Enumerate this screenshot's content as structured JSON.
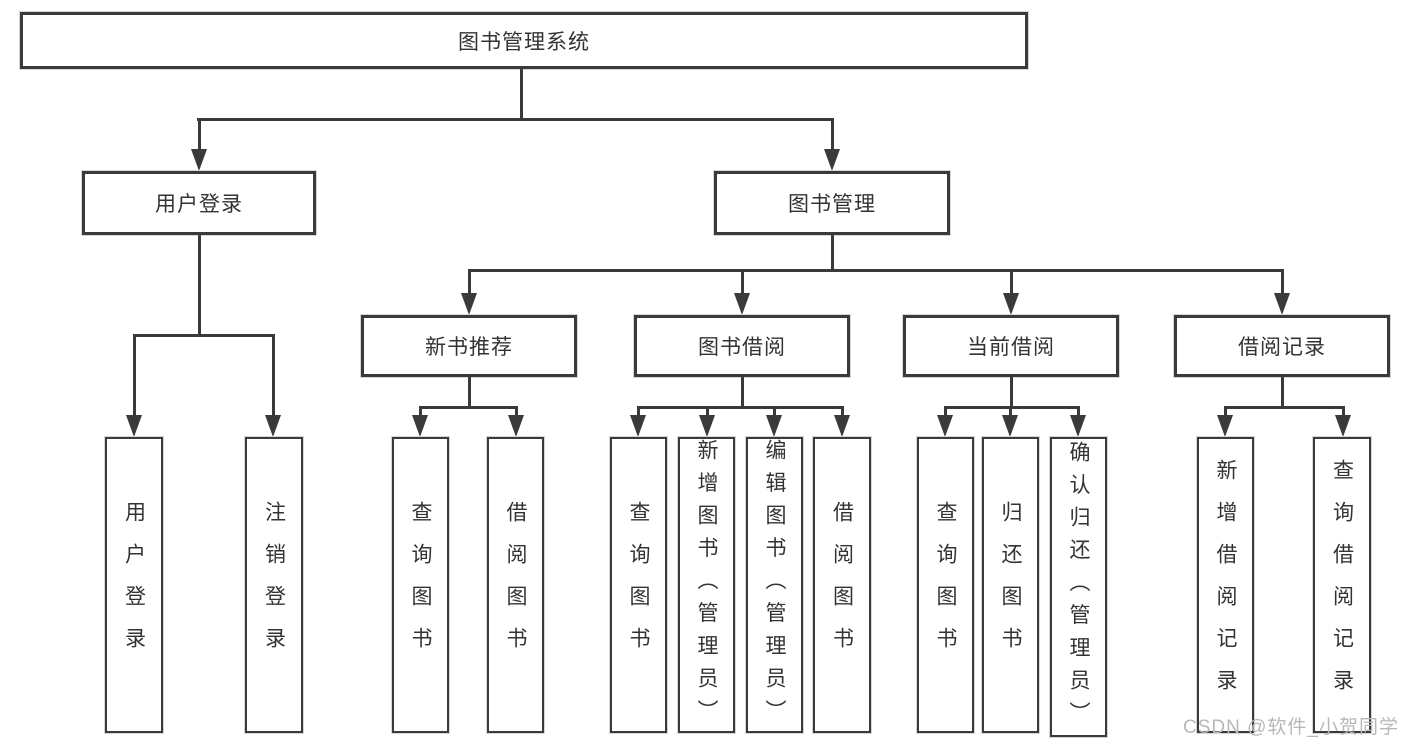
{
  "root": {
    "label": "图书管理系统"
  },
  "login": {
    "label": "用户登录",
    "children": [
      "用户登录",
      "注销登录"
    ]
  },
  "mgmt": {
    "label": "图书管理",
    "sections": [
      {
        "label": "新书推荐",
        "leaves": [
          "查询图书",
          "借阅图书"
        ]
      },
      {
        "label": "图书借阅",
        "leaves": [
          "查询图书",
          "新增图书（管理员）",
          "编辑图书（管理员）",
          "借阅图书"
        ]
      },
      {
        "label": "当前借阅",
        "leaves": [
          "查询图书",
          "归还图书",
          "确认归还（管理员）"
        ]
      },
      {
        "label": "借阅记录",
        "leaves": [
          "新增借阅记录",
          "查询借阅记录"
        ]
      }
    ]
  },
  "watermark": "CSDN @软件_小贺同学",
  "colors": {
    "line": "#3a3a3a",
    "text": "#333333",
    "watermark": "#b8b8b8"
  }
}
